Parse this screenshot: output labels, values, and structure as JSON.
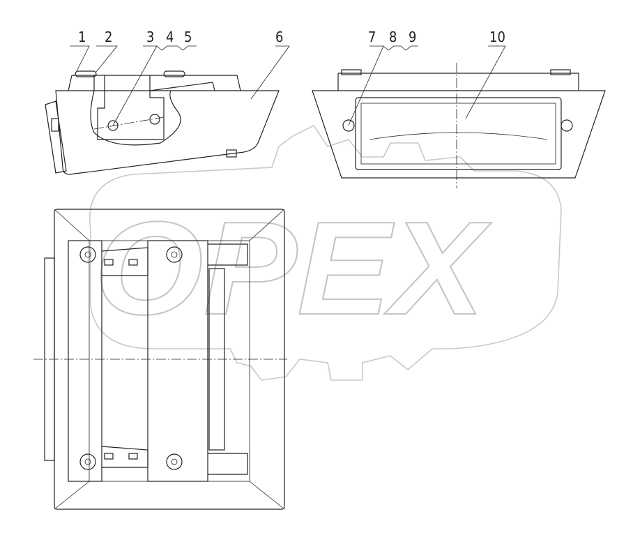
{
  "drawing": {
    "callouts": [
      "1",
      "2",
      "3",
      "4",
      "5",
      "6",
      "7",
      "8",
      "9",
      "10"
    ],
    "watermark": "OPEX",
    "colors": {
      "line": "#222222",
      "watermark": "#c8c8c8"
    }
  }
}
